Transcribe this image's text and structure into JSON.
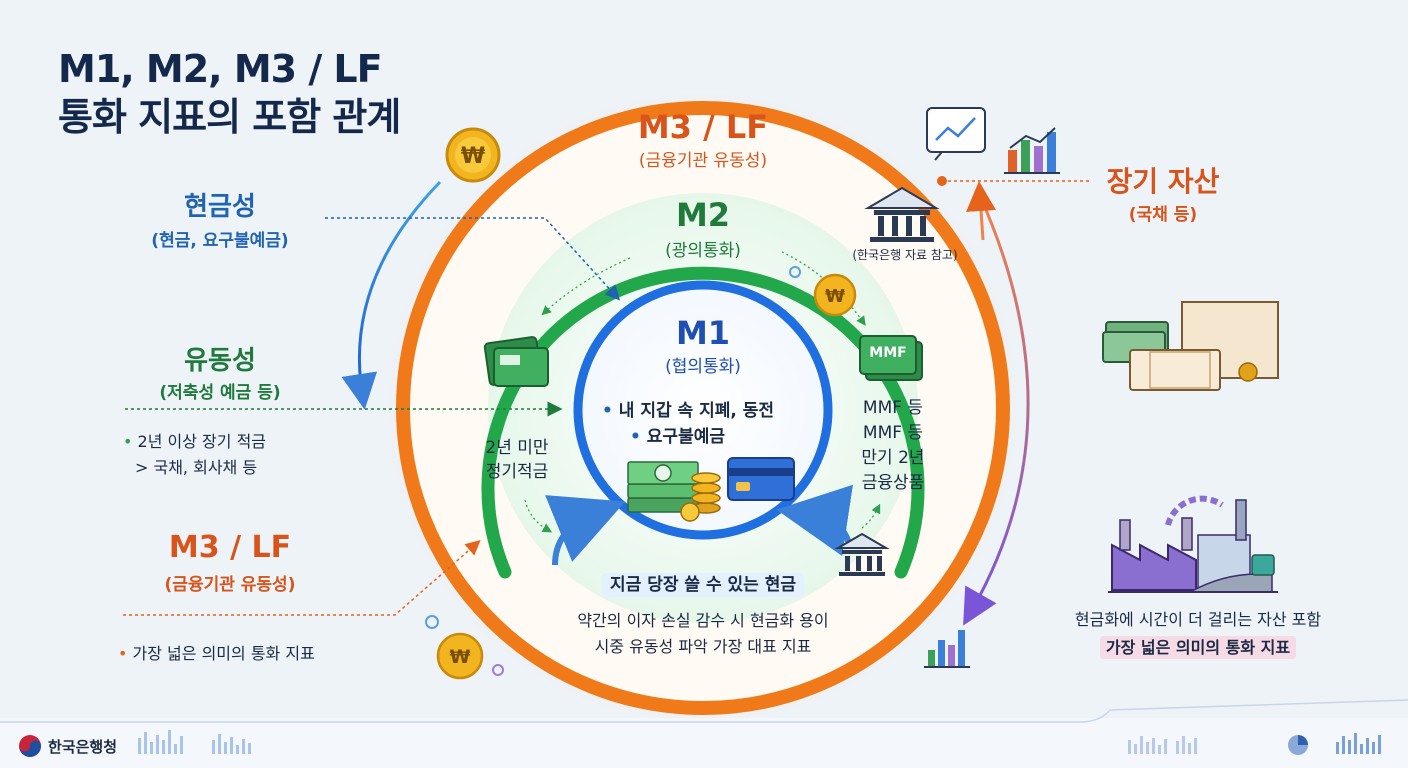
{
  "title": {
    "line1": "M1, M2, M3 / LF",
    "line2": "통화 지표의 포함 관계"
  },
  "rings": {
    "m3": {
      "name": "M3 / LF",
      "sub": "(금융기관 유동성)"
    },
    "m2": {
      "name": "M2",
      "sub": "(광의통화)"
    },
    "m1": {
      "name": "M1",
      "sub": "(협의통화)",
      "items": [
        "내 지갑 속 지폐, 동전",
        "요구불예금"
      ]
    }
  },
  "inner_labels": {
    "m2_left": [
      "2년 미만",
      "정기적금"
    ],
    "m2_right": [
      "MMF 등",
      "MMF 등",
      "만기 2년",
      "금융상품"
    ],
    "bank_note": "(한국은행 자료 참고)",
    "mmf_card": "MMF",
    "m1_caption": "지금 당장 쓸 수 있는 현금",
    "m2_desc": [
      "약간의 이자 손실 감수 시 현금화 용이",
      "시중 유동성 파악 가장 대표 지표"
    ]
  },
  "left": {
    "cash": {
      "title": "현금성",
      "sub": "(현금, 요구불예금)"
    },
    "liquidity": {
      "title": "유동성",
      "sub": "(저축성 예금 등)",
      "bullet": "2년 이상 장기 적금",
      "bullet2": "> 국채, 회사채 등"
    },
    "m3": {
      "title": "M3 / LF",
      "sub": "(금융기관 유동성)",
      "bullet": "가장 넓은 의미의 통화 지표"
    }
  },
  "right": {
    "long_asset": {
      "title": "장기 자산",
      "sub": "(국채 등)"
    },
    "desc1": "현금화에 시간이 더 걸리는 자산 포함",
    "desc2": "가장 넓은 의미의 통화 지표"
  },
  "footer": {
    "org": "한국은행청"
  },
  "icons": [
    "won-coin-icon",
    "bank-icon",
    "line-chart-icon",
    "bar-chart-icon",
    "cash-stack-icon",
    "credit-card-icon",
    "certificate-icon",
    "factory-icon",
    "wallet-icon",
    "taegeuk-logo-icon"
  ],
  "colors": {
    "m3": "#f07a1a",
    "m2": "#22a84a",
    "m1": "#1f6fe0",
    "title": "#13284a"
  }
}
